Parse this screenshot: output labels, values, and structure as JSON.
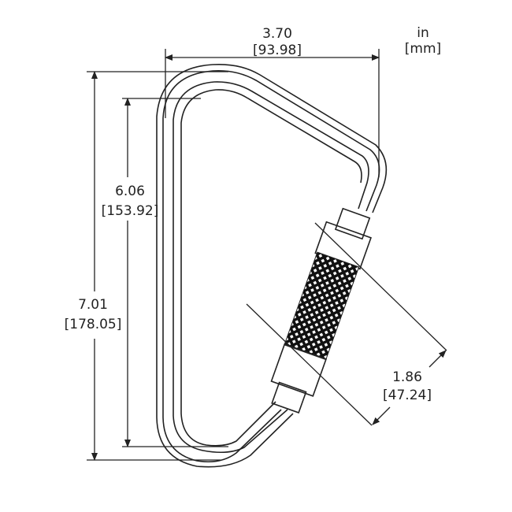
{
  "units": {
    "primary": "in",
    "secondary": "[mm]"
  },
  "dimensions": {
    "width": {
      "in": "3.70",
      "mm": "[93.98]"
    },
    "overall_length": {
      "in": "7.01",
      "mm": "[178.05]"
    },
    "inner_length": {
      "in": "6.06",
      "mm": "[153.92]"
    },
    "gate_opening": {
      "in": "1.86",
      "mm": "[47.24]"
    }
  }
}
